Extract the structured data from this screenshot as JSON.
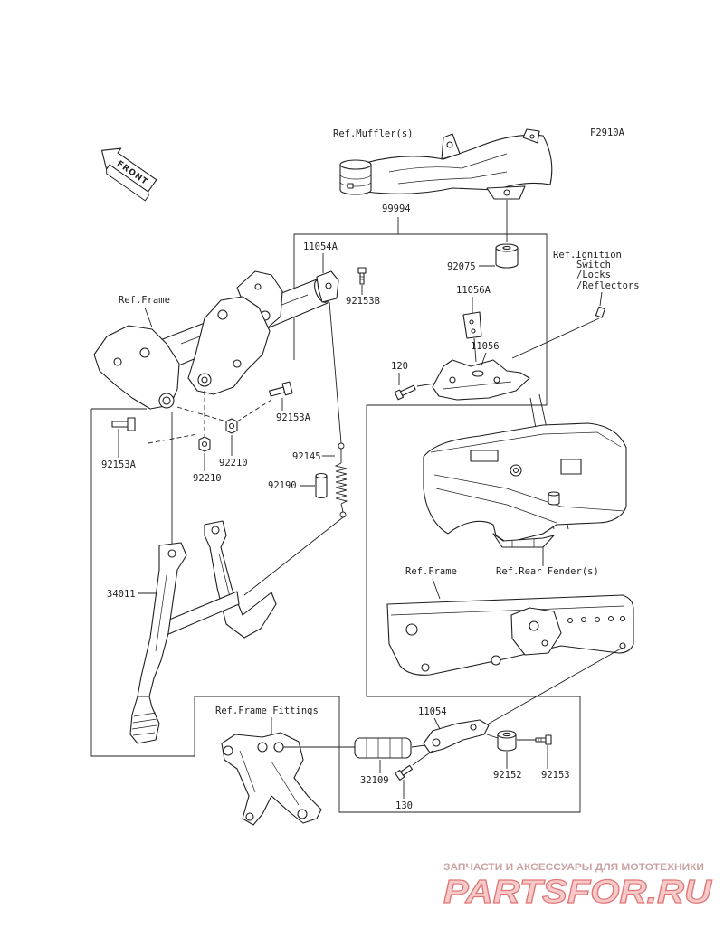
{
  "diagram": {
    "code": "F2910A"
  },
  "front_arrow": {
    "label": "FRONT",
    "icon": "front-arrow-icon"
  },
  "refs": {
    "muffler": "Ref.Muffler(s)",
    "frame_upper": "Ref.Frame",
    "ignition": [
      "Ref.Ignition",
      "Switch",
      "/Locks",
      "/Reflectors"
    ],
    "frame_lower": "Ref.Frame",
    "rear_fender": "Ref.Rear Fender(s)",
    "frame_fittings": "Ref.Frame Fittings"
  },
  "part_labels": {
    "n99994": "99994",
    "n11054A": "11054A",
    "n92153B": "92153B",
    "n92075": "92075",
    "n11056A": "11056A",
    "n120": "120",
    "n11056": "11056",
    "n92153A_a": "92153A",
    "n92153A_b": "92153A",
    "n92210_a": "92210",
    "n92210_b": "92210",
    "n92145": "92145",
    "n92190": "92190",
    "n34011": "34011",
    "n11054": "11054",
    "n32109": "32109",
    "n130": "130",
    "n92152": "92152",
    "n92153": "92153"
  },
  "watermark": {
    "tagline": "ЗАПЧАСТИ И АКСЕССУАРЫ ДЛЯ МОТОТЕХНИКИ",
    "brand": "PARTSFOR.RU"
  },
  "colors": {
    "line": "#1f1f1f",
    "text": "#1f1f1f",
    "background": "#ffffff",
    "watermark_tagline": "#c9a3a3",
    "watermark_brand_fill": "#f7c9c9",
    "watermark_brand_stroke": "#de7777"
  }
}
